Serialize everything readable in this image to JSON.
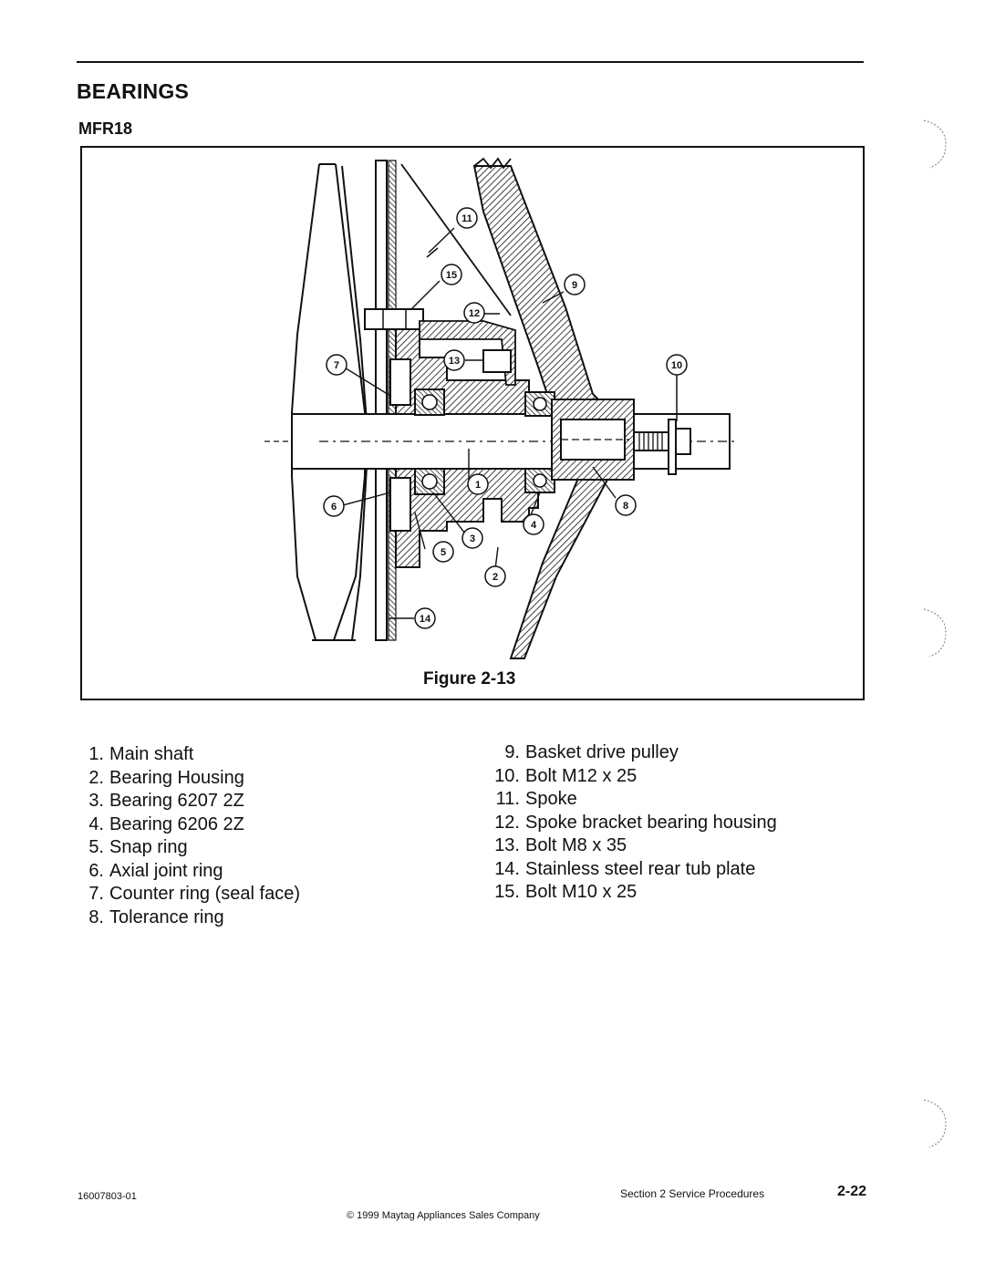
{
  "header": {
    "title": "BEARINGS",
    "model": "MFR18"
  },
  "figure": {
    "caption": "Figure 2-13",
    "callouts": [
      "1",
      "2",
      "3",
      "4",
      "5",
      "6",
      "7",
      "8",
      "9",
      "10",
      "11",
      "12",
      "13",
      "14",
      "15"
    ]
  },
  "legend": {
    "left": [
      {
        "num": "1.",
        "text": "Main shaft"
      },
      {
        "num": "2.",
        "text": "Bearing Housing"
      },
      {
        "num": "3.",
        "text": "Bearing 6207 2Z"
      },
      {
        "num": "4.",
        "text": "Bearing 6206 2Z"
      },
      {
        "num": "5.",
        "text": "Snap ring"
      },
      {
        "num": "6.",
        "text": "Axial joint ring"
      },
      {
        "num": "7.",
        "text": "Counter ring (seal face)"
      },
      {
        "num": "8.",
        "text": "Tolerance ring"
      }
    ],
    "right": [
      {
        "num": "9.",
        "text": "Basket drive pulley"
      },
      {
        "num": "10.",
        "text": "Bolt M12 x 25"
      },
      {
        "num": "11.",
        "text": "Spoke"
      },
      {
        "num": "12.",
        "text": "Spoke bracket bearing housing"
      },
      {
        "num": "13.",
        "text": "Bolt M8 x 35"
      },
      {
        "num": "14.",
        "text": "Stainless steel rear tub plate"
      },
      {
        "num": "15.",
        "text": "Bolt M10 x 25"
      }
    ]
  },
  "footer": {
    "doc_number": "16007803-01",
    "section": "Section 2  Service Procedures",
    "page": "2-22",
    "copyright": "© 1999 Maytag Appliances Sales Company"
  }
}
